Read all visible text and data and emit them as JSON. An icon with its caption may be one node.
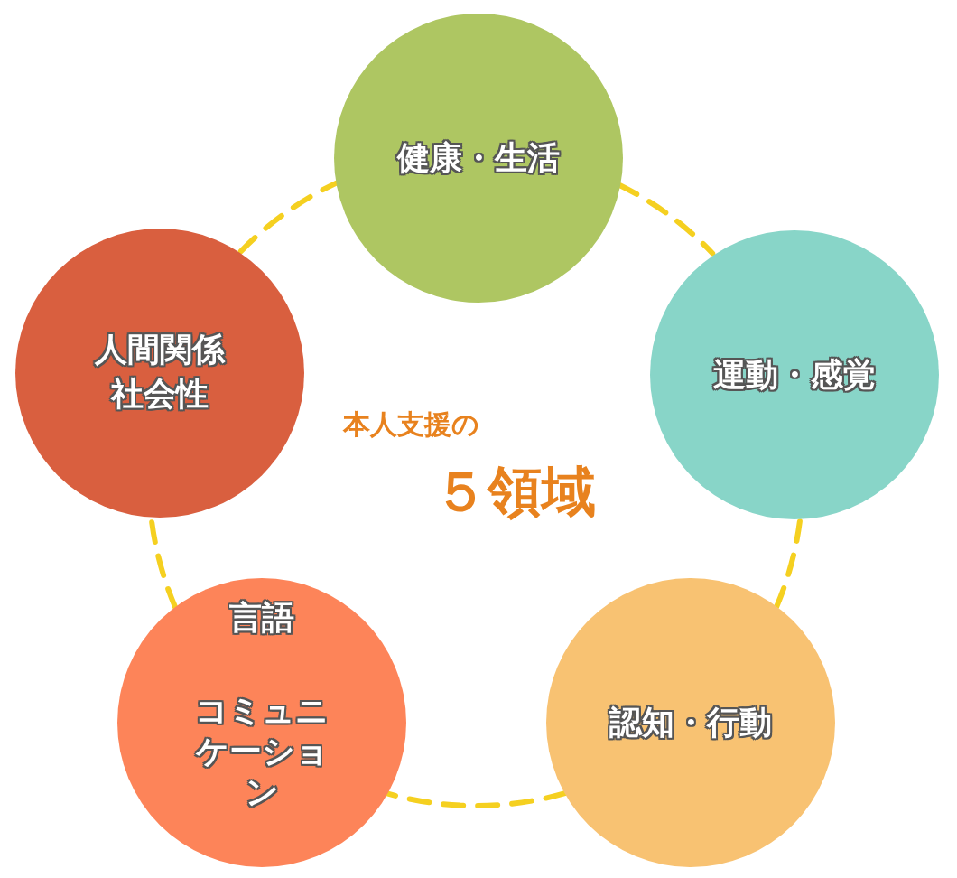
{
  "diagram": {
    "nodes": [
      {
        "text": [
          "健康・生活"
        ]
      },
      {
        "text": [
          "人間関係",
          "社会性"
        ]
      },
      {
        "text": [
          "運動・感覚"
        ]
      },
      {
        "text": [
          "言語",
          "コミュニケーション"
        ]
      },
      {
        "text": [
          "認知・行動"
        ]
      }
    ],
    "edges": [
      {
        "from": 0,
        "to": 2,
        "arrow": "none",
        "style": "dashed"
      },
      {
        "from": 2,
        "to": 4,
        "arrow": "none",
        "style": "dashed"
      },
      {
        "from": 4,
        "to": 3,
        "arrow": "none",
        "style": "dashed"
      },
      {
        "from": 3,
        "to": 1,
        "arrow": "none",
        "style": "dashed"
      },
      {
        "from": 1,
        "to": 0,
        "arrow": "none",
        "style": "dashed"
      }
    ],
    "labels": [
      "本人支援の",
      "５領域"
    ]
  }
}
